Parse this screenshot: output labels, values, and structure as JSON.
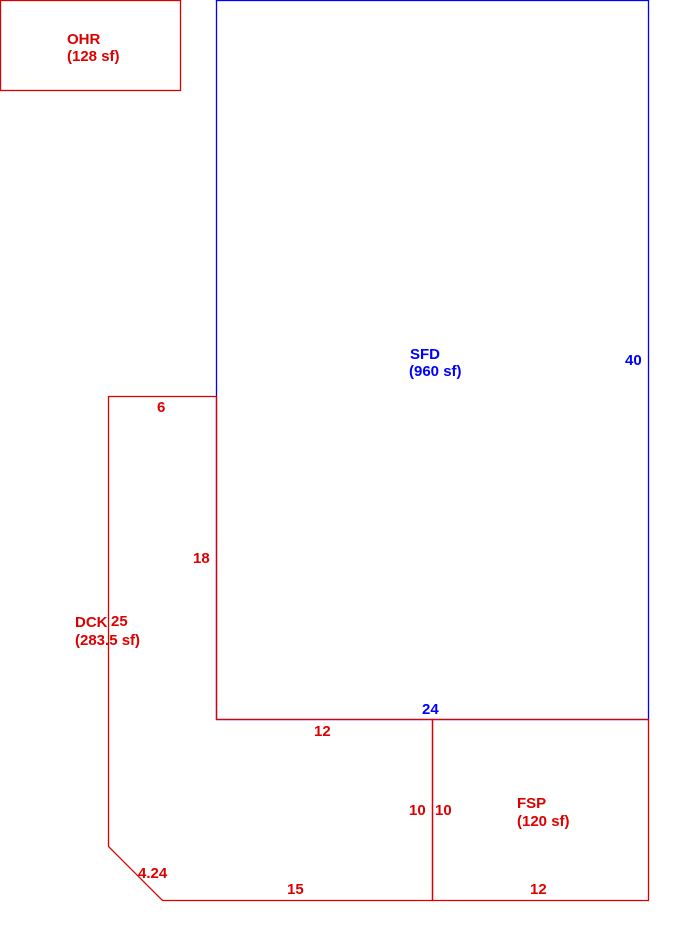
{
  "colors": {
    "main_structure": "#0000ff",
    "additions": "#dd0000",
    "background": "#ffffff"
  },
  "areas": {
    "ohr": {
      "code": "OHR",
      "area": "(128 sf)"
    },
    "sfd": {
      "code": "SFD",
      "area": "(960 sf)"
    },
    "dck": {
      "code": "DCK",
      "area": "(283.5 sf)"
    },
    "fsp": {
      "code": "FSP",
      "area": "(120 sf)"
    }
  },
  "dimensions": {
    "sfd_right": "40",
    "sfd_bottom": "24",
    "dck_top": "6",
    "dck_right_upper": "18",
    "dck_left": "25",
    "dck_bottom_inner": "12",
    "dck_right_lower": "10",
    "dck_diagonal": "4.24",
    "dck_bottom": "15",
    "fsp_left": "10",
    "fsp_bottom": "12"
  }
}
